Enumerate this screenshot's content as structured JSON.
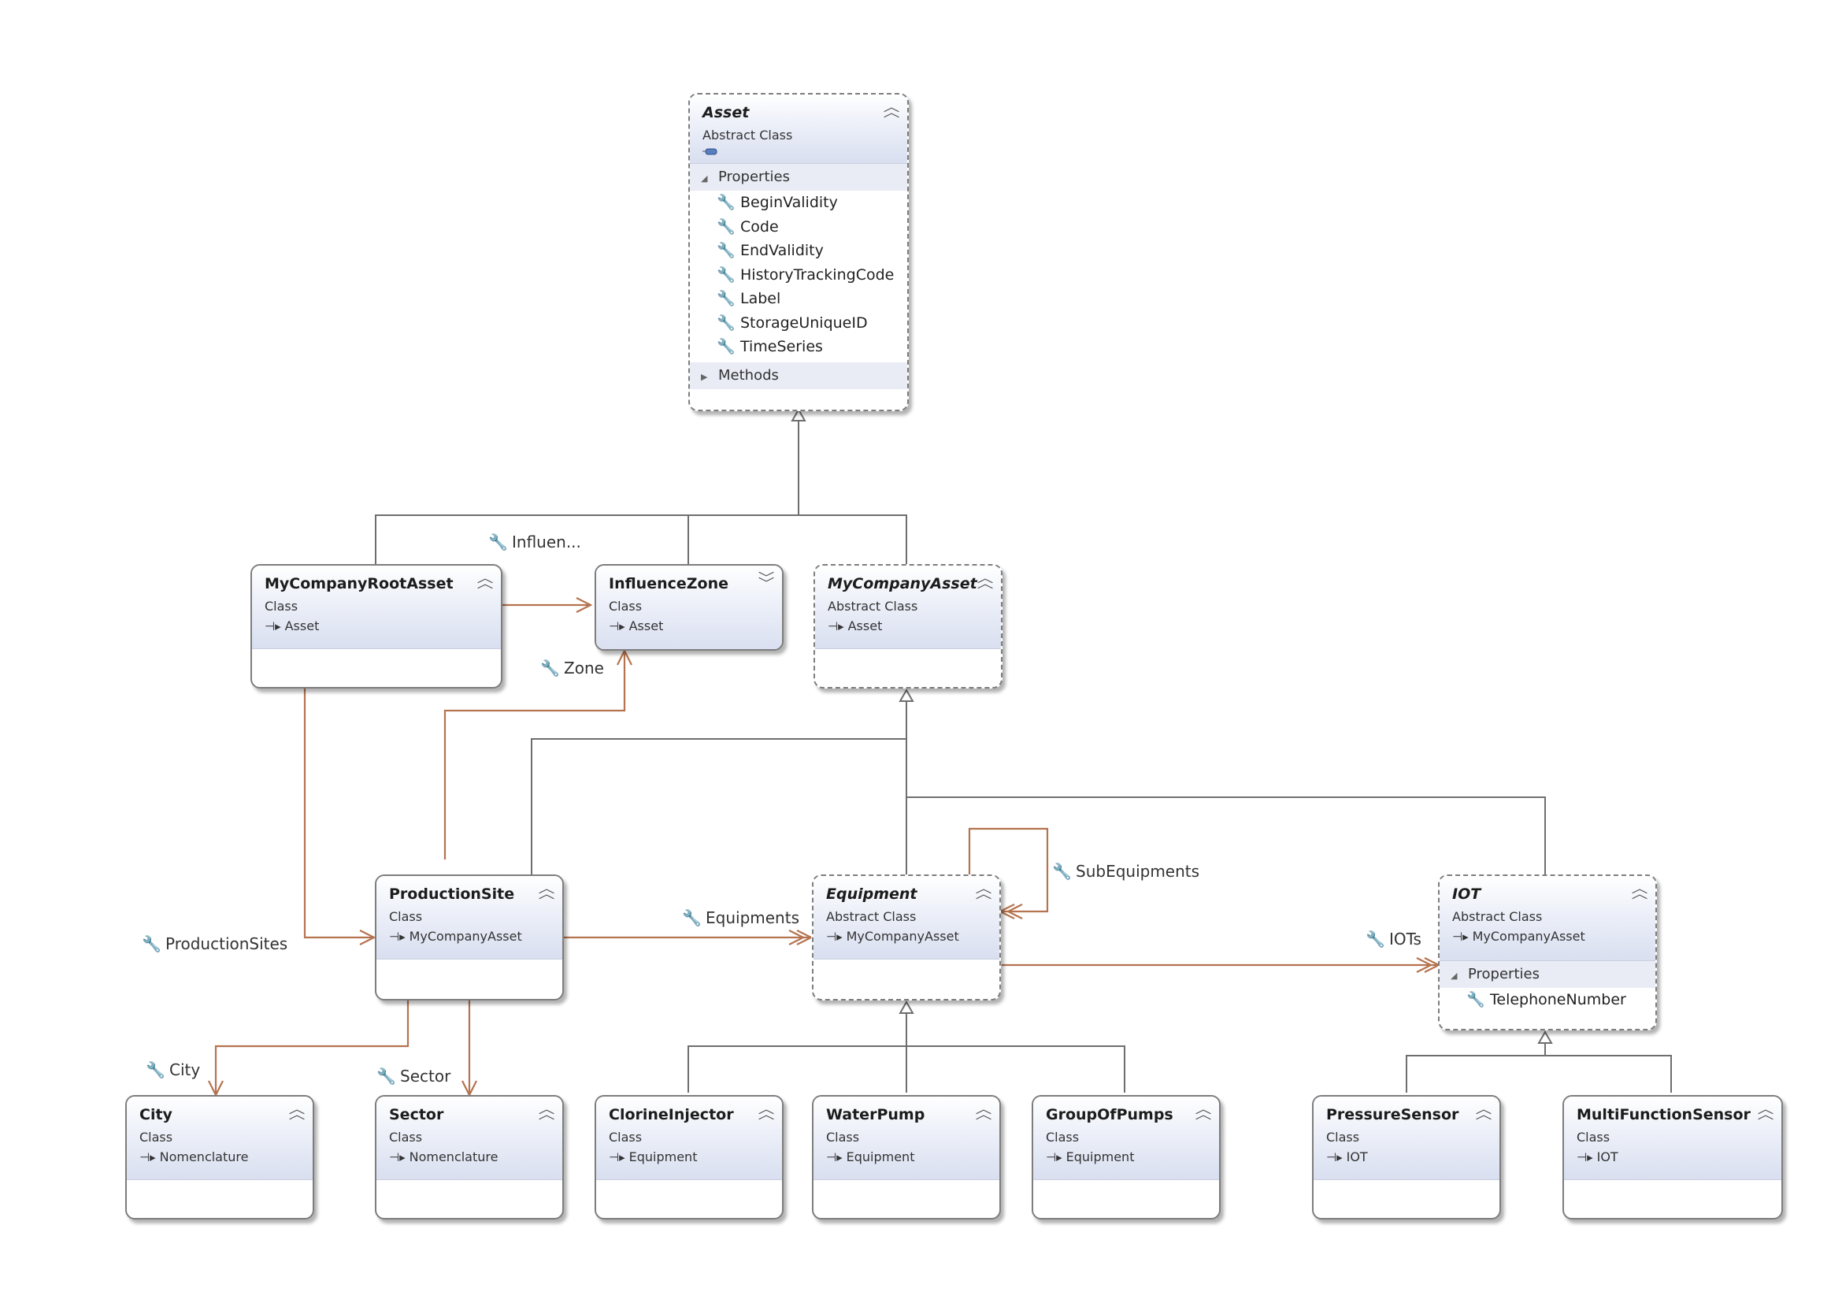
{
  "classes": {
    "asset": {
      "name": "Asset",
      "kind": "Abstract Class",
      "properties_section": "Properties",
      "properties": [
        "BeginValidity",
        "Code",
        "EndValidity",
        "HistoryTrackingCode",
        "Label",
        "StorageUniqueID",
        "TimeSeries"
      ],
      "methods_section": "Methods"
    },
    "mycompanyrootasset": {
      "name": "MyCompanyRootAsset",
      "kind": "Class",
      "base": "Asset"
    },
    "influencezone": {
      "name": "InfluenceZone",
      "kind": "Class",
      "base": "Asset"
    },
    "mycompanyasset": {
      "name": "MyCompanyAsset",
      "kind": "Abstract Class",
      "base": "Asset"
    },
    "productionsite": {
      "name": "ProductionSite",
      "kind": "Class",
      "base": "MyCompanyAsset"
    },
    "equipment": {
      "name": "Equipment",
      "kind": "Abstract Class",
      "base": "MyCompanyAsset"
    },
    "iot": {
      "name": "IOT",
      "kind": "Abstract Class",
      "base": "MyCompanyAsset",
      "properties_section": "Properties",
      "properties": [
        "TelephoneNumber"
      ]
    },
    "city": {
      "name": "City",
      "kind": "Class",
      "base": "Nomenclature"
    },
    "sector": {
      "name": "Sector",
      "kind": "Class",
      "base": "Nomenclature"
    },
    "clorineinjector": {
      "name": "ClorineInjector",
      "kind": "Class",
      "base": "Equipment"
    },
    "waterpump": {
      "name": "WaterPump",
      "kind": "Class",
      "base": "Equipment"
    },
    "groupofpumps": {
      "name": "GroupOfPumps",
      "kind": "Class",
      "base": "Equipment"
    },
    "pressuresensor": {
      "name": "PressureSensor",
      "kind": "Class",
      "base": "IOT"
    },
    "multifunctionsensor": {
      "name": "MultiFunctionSensor",
      "kind": "Class",
      "base": "IOT"
    }
  },
  "associations": {
    "influen": "Influen...",
    "zone": "Zone",
    "productionsites": "ProductionSites",
    "equipments": "Equipments",
    "subequipments": "SubEquipments",
    "iots": "IOTs",
    "city": "City",
    "sector": "Sector"
  },
  "colors": {
    "association_line": "#b5734f",
    "inheritance_line": "#6e6e6e",
    "box_border": "#7d7d7d",
    "header_gradient_bottom": "#d9dff0"
  },
  "icons": {
    "property": "wrench-icon",
    "inherits": "inherit-arrow-icon",
    "collapse": "chevron-up-icon",
    "expand": "chevron-down-icon"
  }
}
